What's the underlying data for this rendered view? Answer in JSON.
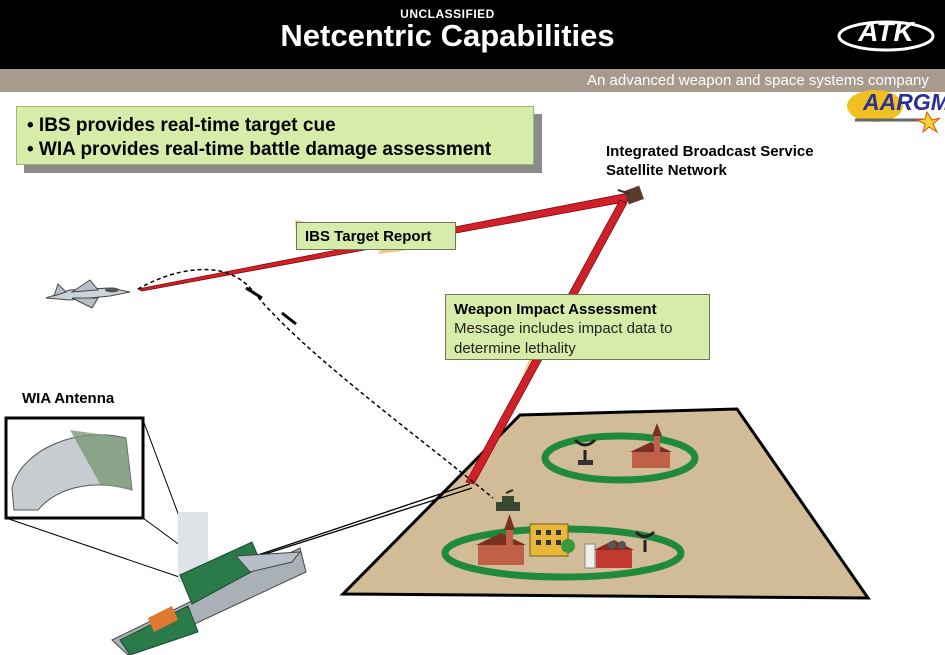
{
  "header": {
    "classification": "UNCLASSIFIED",
    "title": "Netcentric Capabilities",
    "logo_text": "ATK"
  },
  "tagline": "An advanced weapon and space systems company",
  "program_logo_text": "AARGM",
  "bullets": [
    "• IBS provides real-time target cue",
    "• WIA provides real-time battle damage assessment"
  ],
  "satellite_label": {
    "line1": "Integrated Broadcast Service",
    "line2": "Satellite Network"
  },
  "ibs_report_label": "IBS Target Report",
  "wia_message": {
    "title": "Weapon Impact Assessment",
    "line1": "Message includes impact data to",
    "line2": "determine lethality"
  },
  "antenna_label": "WIA Antenna",
  "colors": {
    "header_bg": "#000000",
    "tagbar_bg": "#a89a8c",
    "callout_bg": "#d6eca8",
    "link_red": "#d0202a",
    "lightning": "#e8c070",
    "ground": "#d2bc98",
    "target_zone": "#1f8a3a"
  }
}
